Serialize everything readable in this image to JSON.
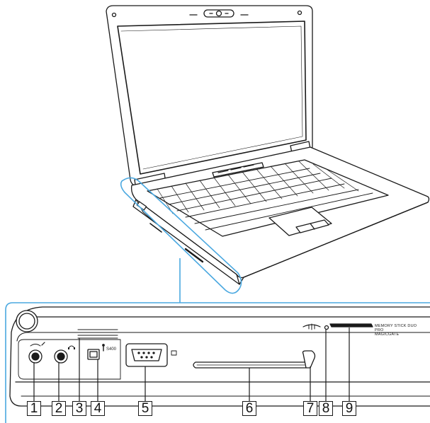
{
  "callouts": [
    "1",
    "2",
    "3",
    "4",
    "5",
    "6",
    "7",
    "8",
    "9"
  ],
  "port_labels": {
    "ieee1394": "S400",
    "memory_stick": "MEMORY STICK DUO\nPRO\nMAGICGATE"
  },
  "colors": {
    "highlight": "#4aa8e0",
    "outline": "#1a1a1a",
    "body": "#ffffff"
  }
}
